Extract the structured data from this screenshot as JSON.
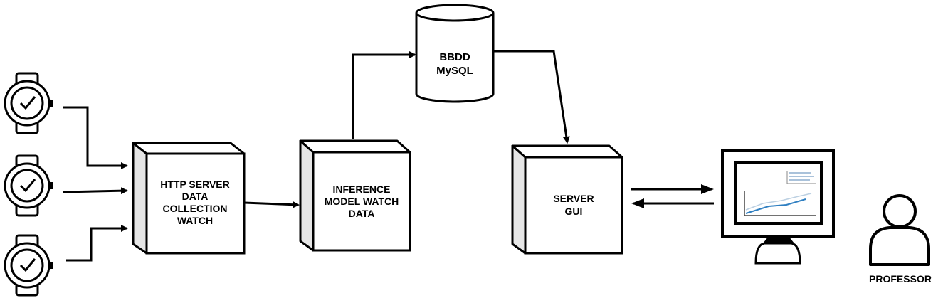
{
  "diagram": {
    "nodes": {
      "http_server": {
        "lines": [
          "HTTP SERVER",
          "DATA",
          "COLLECTION",
          "WATCH"
        ]
      },
      "inference": {
        "lines": [
          "INFERENCE",
          "MODEL WATCH",
          "DATA"
        ]
      },
      "database": {
        "lines": [
          "BBDD",
          "MySQL"
        ]
      },
      "server_gui": {
        "lines": [
          "SERVER",
          "GUI"
        ]
      },
      "professor": {
        "label": "PROFESSOR"
      }
    },
    "watch_count": 3,
    "colors": {
      "stroke": "#000000",
      "box_side": "#e6e6e6",
      "chart_line": "#2f7fc1",
      "chart_line_faint": "#bcd0e2"
    }
  }
}
